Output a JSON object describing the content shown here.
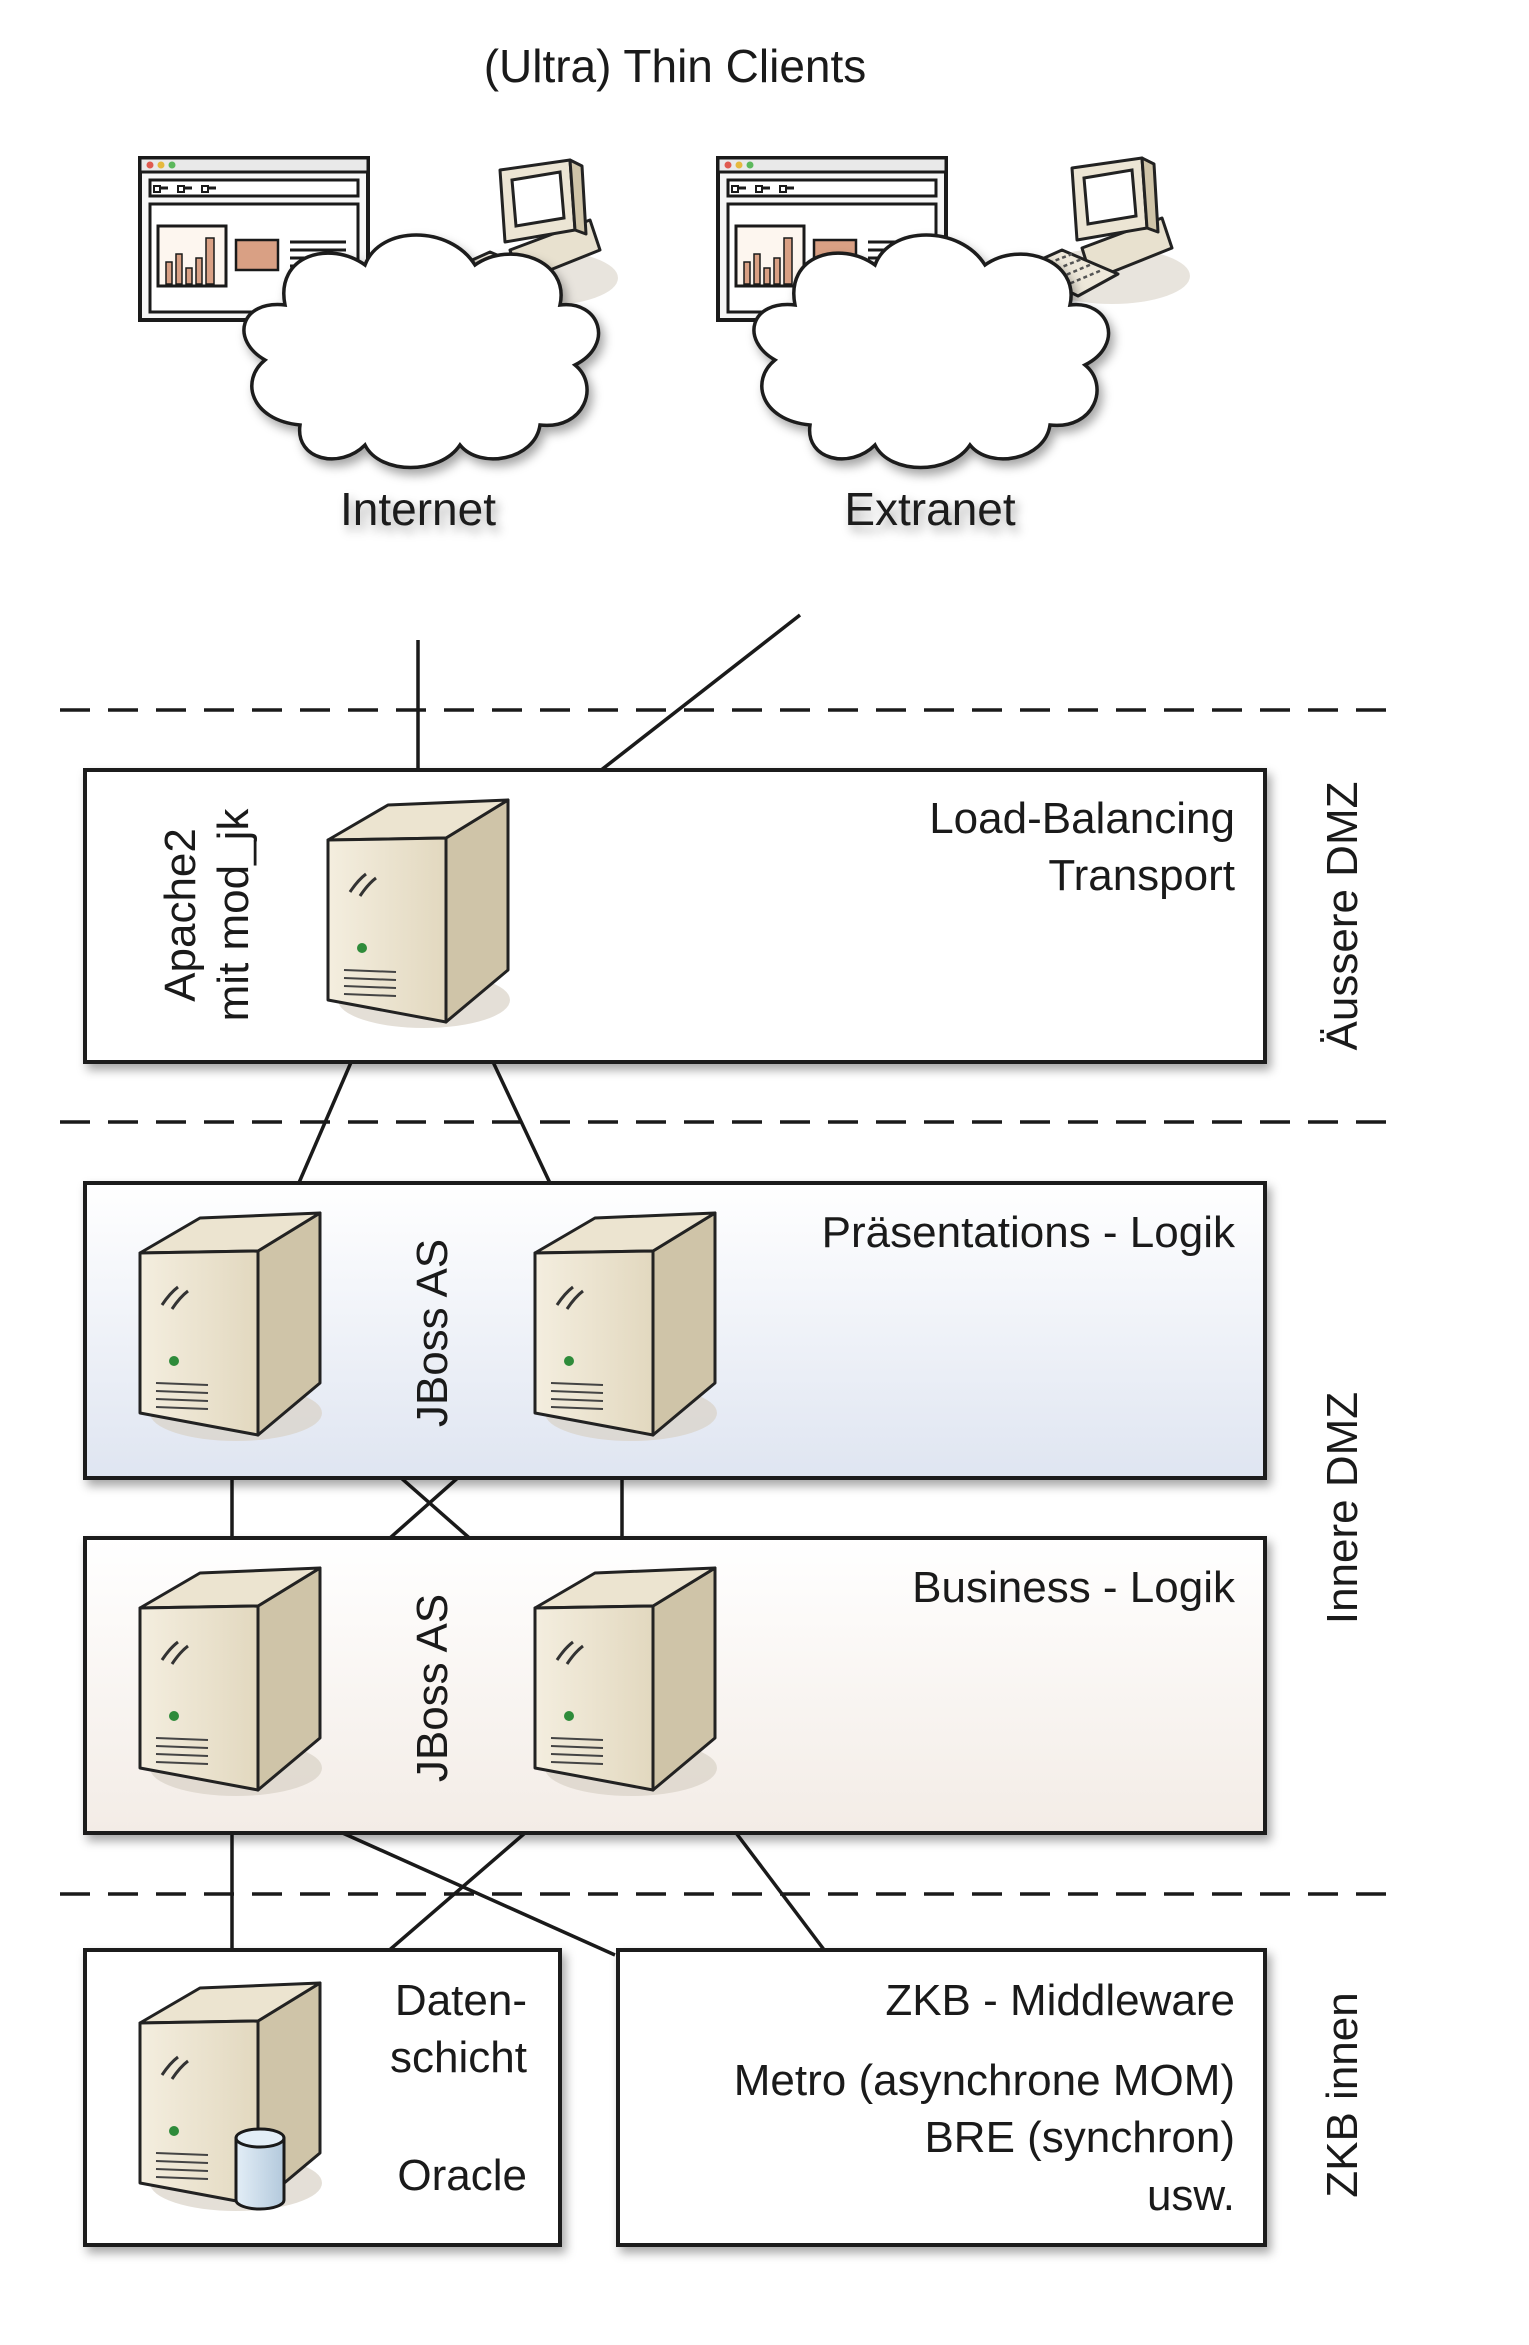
{
  "title": "(Ultra) Thin Clients",
  "clouds": {
    "internet": "Internet",
    "extranet": "Extranet"
  },
  "zones": {
    "outer_dmz": "Äussere DMZ",
    "inner_dmz": "Innere DMZ",
    "zkb_inside": "ZKB innen"
  },
  "load_balancer": {
    "label_line1": "Apache2",
    "label_line2": "mit mod_jk",
    "role_line1": "Load-Balancing",
    "role_line2": "Transport"
  },
  "presentation": {
    "title": "Präsentations - Logik",
    "server_label": "JBoss AS"
  },
  "business": {
    "title": "Business - Logik",
    "server_label": "JBoss AS"
  },
  "data_layer": {
    "line1": "Daten-",
    "line2": "schicht",
    "db": "Oracle"
  },
  "middleware": {
    "title": "ZKB - Middleware",
    "line1": "Metro (asynchrone MOM)",
    "line2": "BRE (synchron)",
    "line3": "usw."
  },
  "colors": {
    "server_body": "#e6dcc4",
    "presentation_fill": "#dfe5f1",
    "business_fill": "#f3ece6",
    "db_cylinder": "#c9dceb",
    "chart_accent": "#d9a084"
  }
}
